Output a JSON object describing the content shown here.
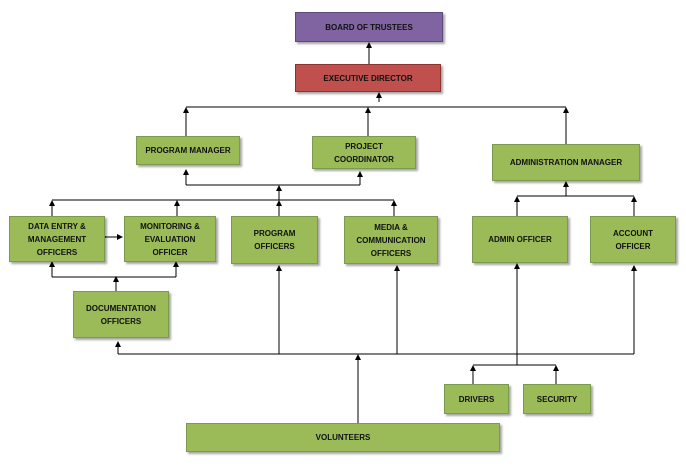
{
  "nodes": {
    "board": "BOARD OF TRUSTEES",
    "executive_director": "EXECUTIVE DIRECTOR",
    "program_manager": "PROGRAM MANAGER",
    "project_coordinator": "PROJECT\nCOORDINATOR",
    "administration_manager": "ADMINISTRATION MANAGER",
    "data_entry": "DATA ENTRY &\nMANAGEMENT\nOFFICERS",
    "monitoring": "MONITORING &\nEVALUATION\nOFFICER",
    "program_officers": "PROGRAM\nOFFICERS",
    "media": "MEDIA &\nCOMMUNICATION\nOFFICERS",
    "admin_officer": "ADMIN OFFICER",
    "account_officer": "ACCOUNT\nOFFICER",
    "documentation": "DOCUMENTATION\nOFFICERS",
    "drivers": "DRIVERS",
    "security": "SECURITY",
    "volunteers": "VOLUNTEERS"
  },
  "colors": {
    "box_green": "#9bbb59",
    "box_purple": "#8064a2",
    "box_red": "#c0504d",
    "connector": "#000000"
  }
}
